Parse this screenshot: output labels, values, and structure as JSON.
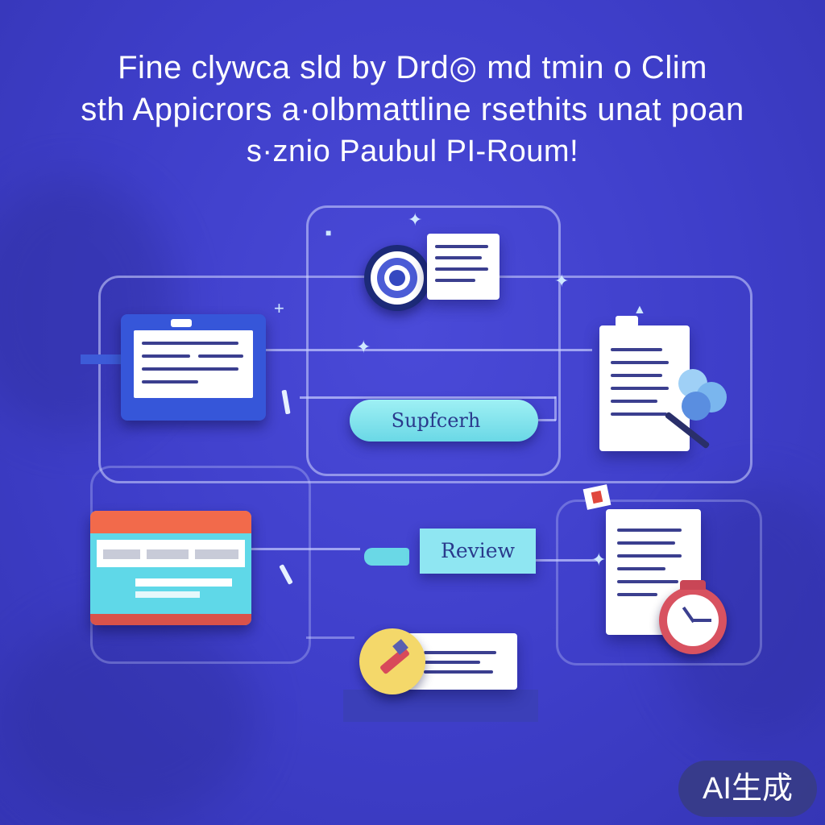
{
  "title": {
    "line1": "Fine clywca sld by Drd◎ md tmin o Clim",
    "line2": "sth Appicrors a·olbmattline rsethits unat poan",
    "line3": "s·znio Paubul PI-Roum!"
  },
  "flow": {
    "search_label": "Supfcerh",
    "review_label": "Review"
  },
  "badge": {
    "label": "AI生成"
  },
  "icons": {
    "target": "target-icon",
    "clock": "clock-icon",
    "cursor": "cursor-icon",
    "wrench": "wrench-icon",
    "flag": "flag-icon",
    "cloud": "cloud-icon"
  },
  "colors": {
    "background": "#3e3ec9",
    "accent_cyan": "#8fe6f2",
    "accent_red": "#f26a4b",
    "accent_yellow": "#f4d86a"
  }
}
